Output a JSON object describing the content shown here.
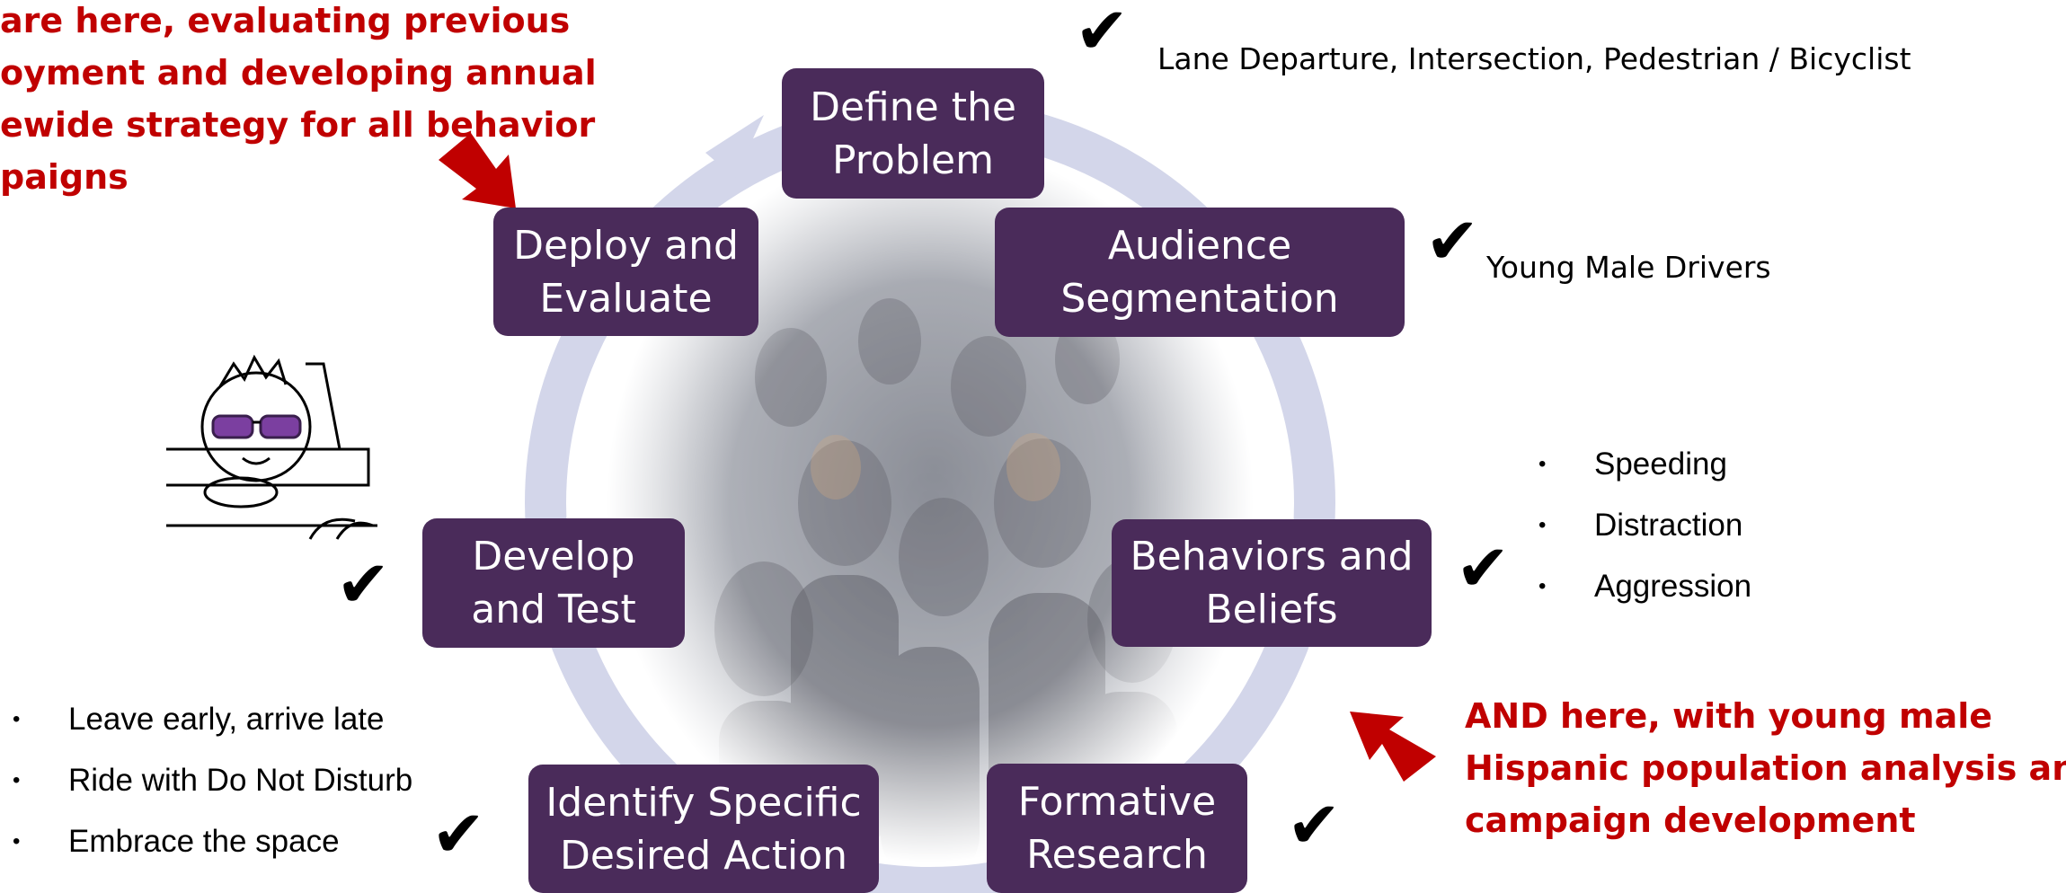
{
  "colors": {
    "stage_fill": "#4a2b5a",
    "ring": "#d3d6ea",
    "callout_red": "#c00000",
    "arrow_red": "#c00000"
  },
  "stages": {
    "define": [
      "Define the",
      "Problem"
    ],
    "audience": [
      "Audience",
      "Segmentation"
    ],
    "behaviors": [
      "Behaviors and",
      "Beliefs"
    ],
    "formative": [
      "Formative",
      "Research"
    ],
    "identify": [
      "Identify Specific",
      "Desired Action"
    ],
    "develop": [
      "Develop",
      "and Test"
    ],
    "deploy": [
      "Deploy and",
      "Evaluate"
    ]
  },
  "annotations": {
    "problem_areas": "Lane Departure, Intersection, Pedestrian / Bicyclist",
    "audience": "Young Male Drivers",
    "behaviors": [
      "Speeding",
      "Distraction",
      "Aggression"
    ],
    "desired_actions": [
      "Leave early, arrive late",
      "Ride with Do Not Disturb",
      "Embrace the space"
    ]
  },
  "callouts": {
    "top_left": [
      "are here, evaluating previous",
      "oyment and developing annual",
      "ewide strategy for all behavior",
      "paigns"
    ],
    "bottom_right": [
      "AND here, with young male",
      "Hispanic population analysis and",
      "campaign development"
    ]
  },
  "check_glyph": "✔",
  "icons": {
    "checkmarks": "checkmark-icon",
    "driver": "driver-with-sunglasses-illustration",
    "crowd": "crowd-photo-background",
    "callout_arrows": "red-arrow-icon"
  }
}
